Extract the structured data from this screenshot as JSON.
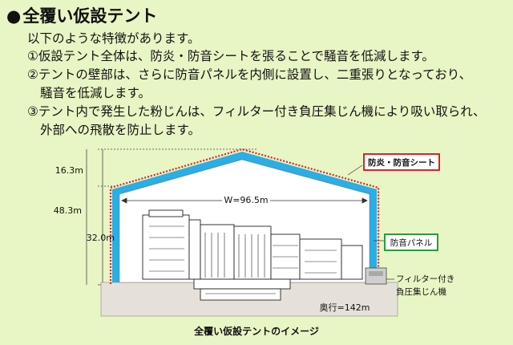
{
  "heading": {
    "bullet": "●",
    "title": "全覆い仮設テント"
  },
  "intro": "以下のような特徴があります。",
  "points": [
    {
      "marker": "①",
      "lines": [
        "仮設テント全体は、防炎・防音シートを張ることで騒音を低減します。"
      ]
    },
    {
      "marker": "②",
      "lines": [
        "テントの壁部は、さらに防音パネルを内側に設置し、二重張りとなっており、",
        "騒音を低減します。"
      ]
    },
    {
      "marker": "③",
      "lines": [
        "テント内で発生した粉じんは、フィルター付き負圧集じん機により吸い取られ、",
        "外部への飛散を防止します。"
      ]
    }
  ],
  "diagram": {
    "dim_top": "16.3m",
    "dim_total": "48.3m",
    "dim_wall": "32.0m",
    "width_label": "W=96.5m",
    "depth_label": "奥行=142m",
    "sheet_label": "防炎・防音シート",
    "panel_label": "防音パネル",
    "filter_label_line1": "フィルター付き",
    "filter_label_line2": "負圧集じん機",
    "colors": {
      "sheet_border": "#d9232a",
      "panel_border": "#2e9a3a",
      "panel_fill": "#29aee6",
      "sheet_line": "#d9232a",
      "tent_fill": "#ffffff",
      "ground": "#e6e1d8"
    }
  },
  "caption": "全覆い仮設テントのイメージ"
}
